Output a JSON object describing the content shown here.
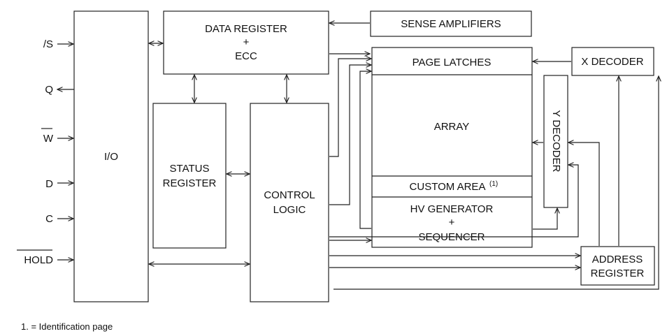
{
  "pins": {
    "s": "/S",
    "q": "Q",
    "w": "W",
    "d": "D",
    "c": "C",
    "hold": "HOLD"
  },
  "blocks": {
    "io": "I/O",
    "data_register": [
      "DATA REGISTER",
      "+",
      "ECC"
    ],
    "status_register": [
      "STATUS",
      "REGISTER"
    ],
    "control_logic": [
      "CONTROL",
      "LOGIC"
    ],
    "sense_amplifiers": "SENSE AMPLIFIERS",
    "page_latches": "PAGE LATCHES",
    "array": "ARRAY",
    "custom_area": "CUSTOM AREA",
    "custom_area_note_ref": "(1)",
    "hv_generator": [
      "HV GENERATOR",
      "+",
      "SEQUENCER"
    ],
    "y_decoder": "Y DECODER",
    "x_decoder": "X DECODER",
    "address_register": [
      "ADDRESS",
      "REGISTER"
    ]
  },
  "footnote": "1. = Identification page"
}
